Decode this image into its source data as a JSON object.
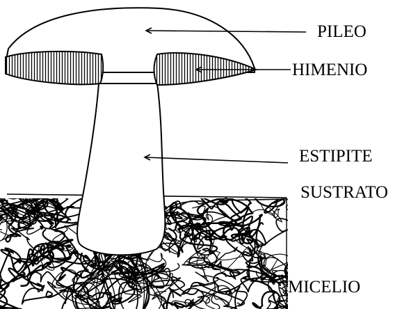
{
  "labels": {
    "pileo": "PILEO",
    "himenio": "HIMENIO",
    "estipite": "ESTIPITE",
    "sustrato": "SUSTRATO",
    "micelio": "MICELIO"
  },
  "colors": {
    "ink": "#000000",
    "paper": "#ffffff"
  }
}
